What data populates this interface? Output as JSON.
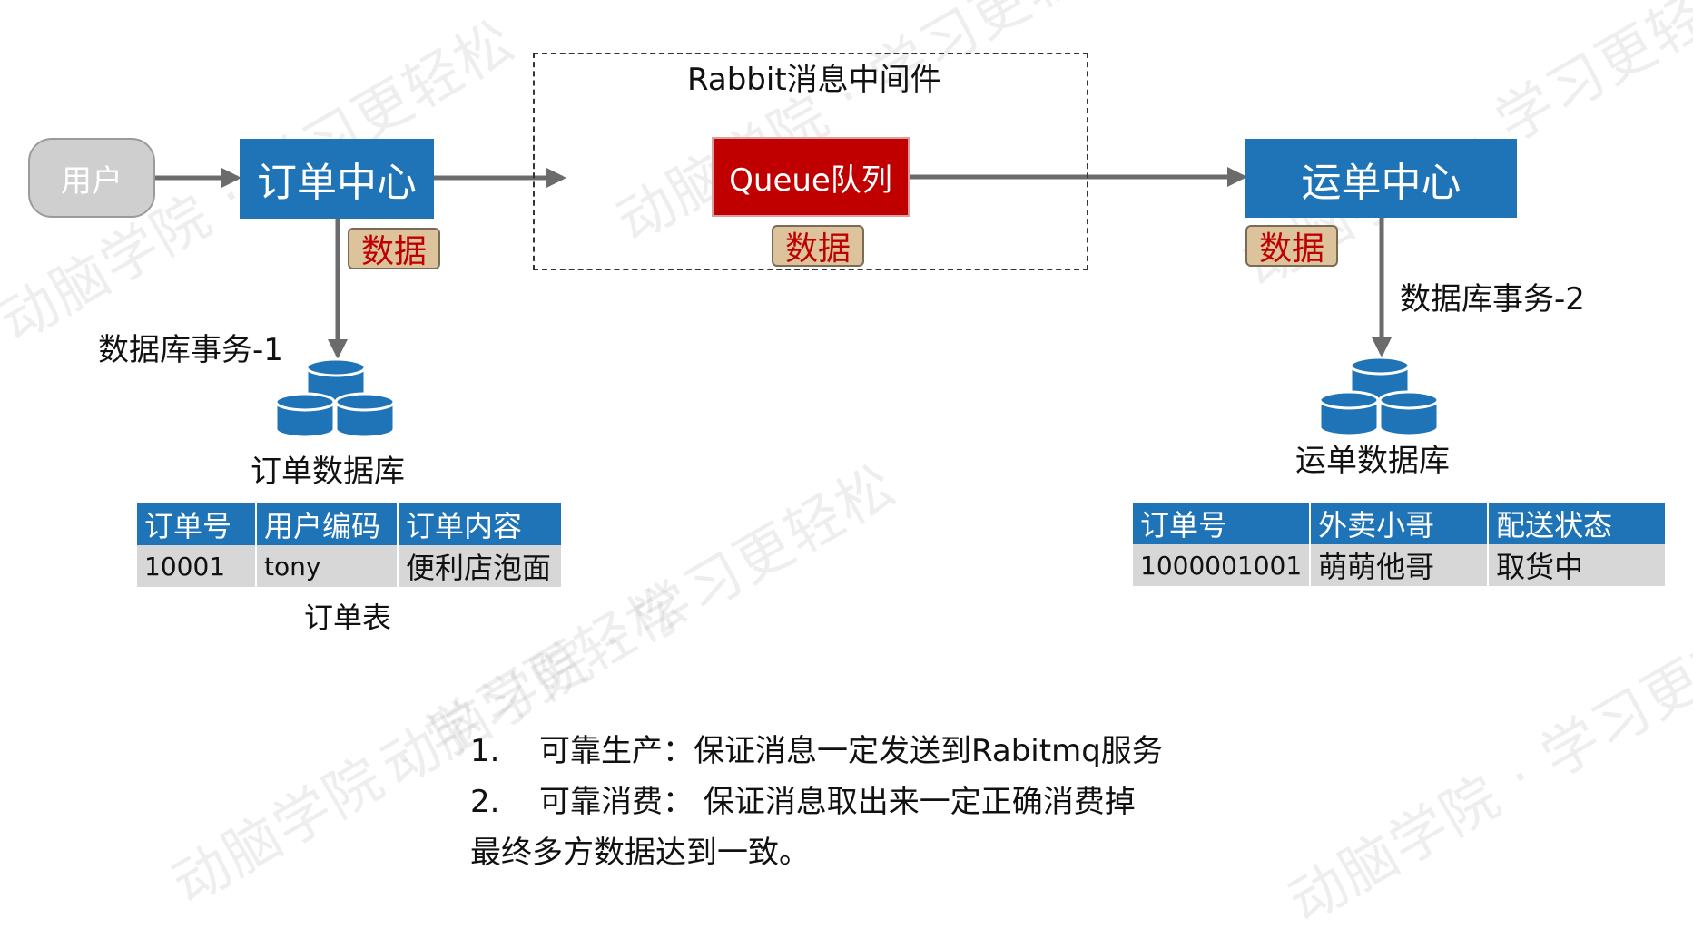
{
  "watermark": "动脑学院 · 学习更轻松",
  "user_label": "用户",
  "order_center": "订单中心",
  "shipping_center": "运单中心",
  "middleware_title": "Rabbit消息中间件",
  "queue_label": "Queue队列",
  "data_tag": "数据",
  "txn1": "数据库事务-1",
  "txn2": "数据库事务-2",
  "order_db": "订单数据库",
  "shipping_db": "运单数据库",
  "order_table": {
    "headers": [
      "订单号",
      "用户编码",
      "订单内容"
    ],
    "row": [
      "10001",
      "tony",
      "便利店泡面"
    ],
    "caption": "订单表"
  },
  "shipping_table": {
    "headers": [
      "订单号",
      "外卖小哥",
      "配送状态"
    ],
    "row": [
      "1000001001",
      "萌萌他哥",
      "取货中"
    ]
  },
  "notes": [
    {
      "num": "1.",
      "text": "可靠生产：保证消息一定发送到Rabitmq服务"
    },
    {
      "num": "2.",
      "text": "可靠消费： 保证消息取出来一定正确消费掉"
    }
  ],
  "conclusion": "最终多方数据达到一致。",
  "colors": {
    "primary_blue": "#1f73b7",
    "queue_red": "#c00000",
    "tag_bg": "#dcc39b",
    "arrow_gray": "#6b6b6b",
    "table_row": "#d7d7d7"
  }
}
